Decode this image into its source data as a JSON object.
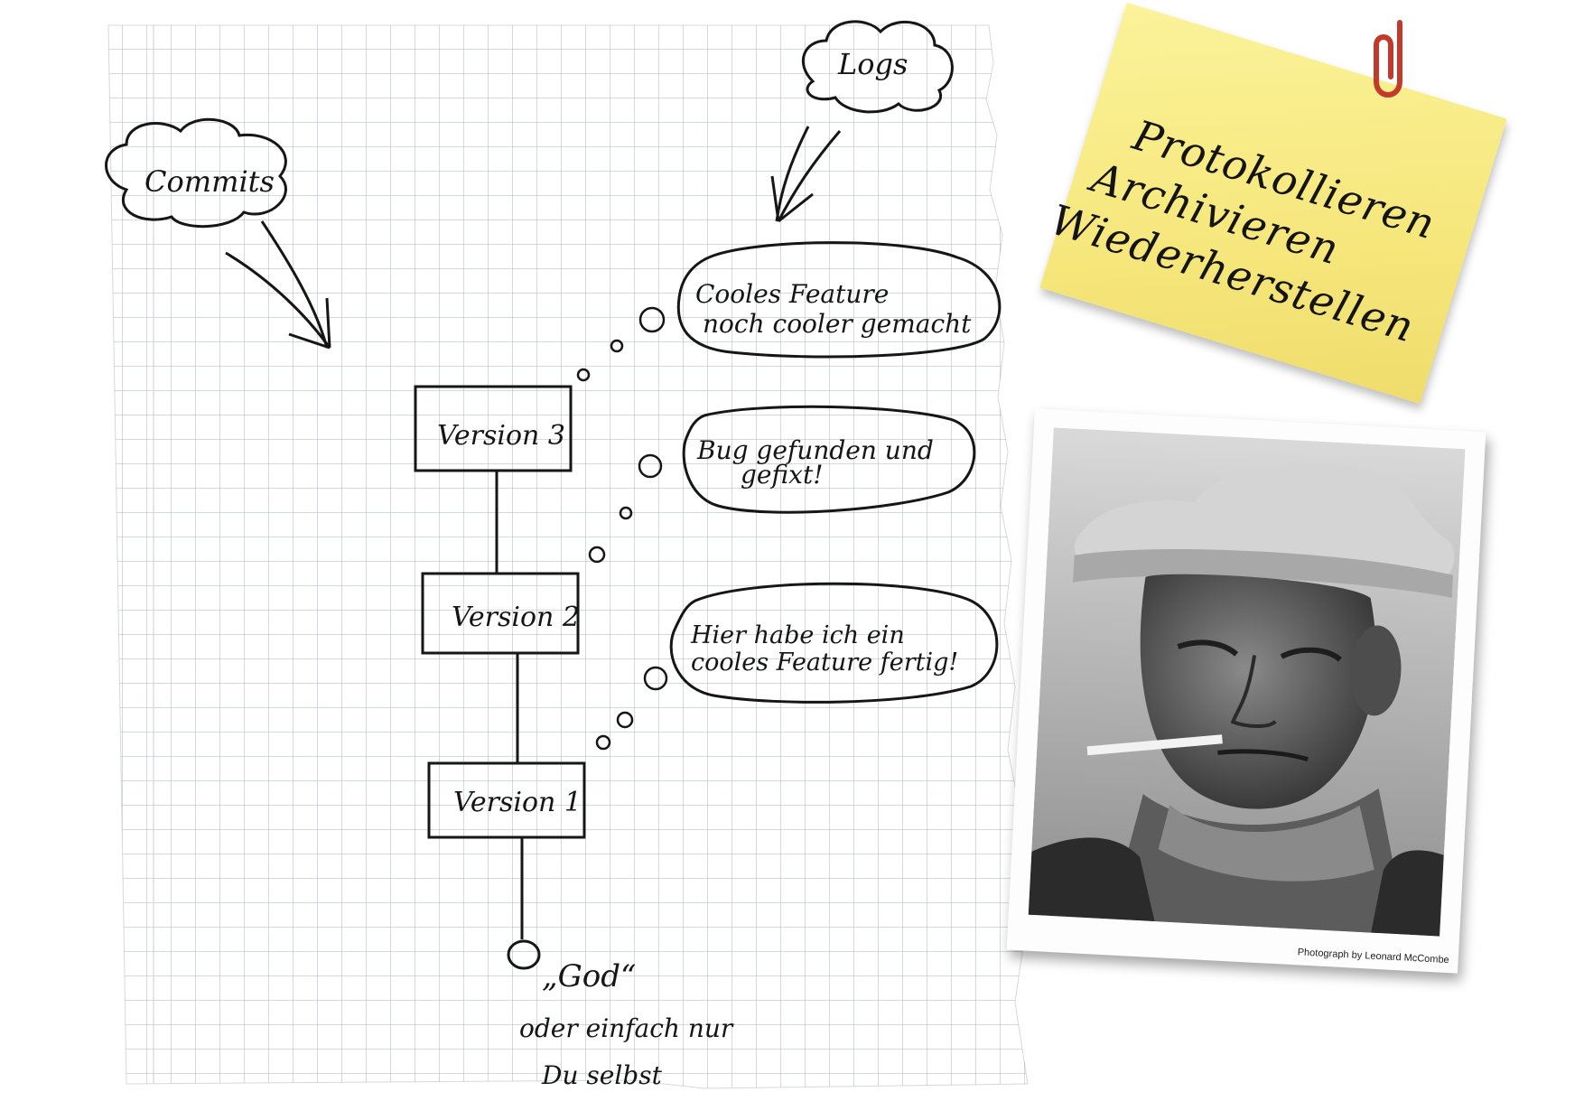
{
  "diagram": {
    "clouds": {
      "commits": "Commits",
      "logs": "Logs"
    },
    "versions": [
      "Version 3",
      "Version 2",
      "Version 1"
    ],
    "thoughts": [
      {
        "line1": "Cooles Feature",
        "line2": "noch cooler gemacht"
      },
      {
        "line1": "Bug gefunden und",
        "line2": "gefixt!"
      },
      {
        "line1": "Hier habe ich ein",
        "line2": "cooles Feature fertig!"
      }
    ],
    "origin": {
      "line1": "„God“",
      "line2": "oder einfach nur",
      "line3": "Du selbst"
    }
  },
  "sticky_note": {
    "lines": [
      "Protokollieren",
      "Archivieren",
      "Wiederherstellen"
    ],
    "color": "#f6e77c"
  },
  "photo": {
    "credit": "Photograph by Leonard McCombe"
  }
}
